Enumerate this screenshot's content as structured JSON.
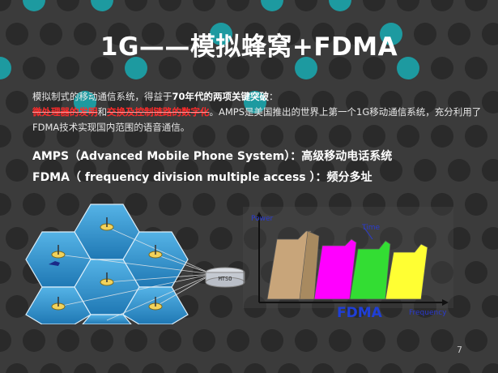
{
  "slide": {
    "title": "1G——模拟蜂窝+FDMA",
    "paragraph": {
      "p1": "模拟制式的移动通信系统，得益于",
      "p2_bold": "70年代的两项关键突破",
      "p3": "：",
      "p4_red": "微处理器的发明",
      "p5": "和",
      "p6_red": "交换及控制链路的数字化",
      "p7": "。AMPS是美国推出的世界上第一个1G移动通信系统，充分利用了FDMA技术实现国内范围的语音通信。"
    },
    "definitions": [
      "AMPS（Advanced Mobile Phone System）：高级移动电话系统",
      "FDMA（ frequency division multiple access ）：频分多址"
    ],
    "diagram": {
      "switch_label": "MTSO",
      "fdma_label": "FDMA",
      "axis_y": "Power",
      "axis_x": "Frequency",
      "axis_t": "Time"
    },
    "page_number": "7"
  },
  "colors": {
    "background": "#3b3b3b",
    "dot": "#2a2a2a",
    "teal_dot": "#1d9aa0",
    "hex_fill": "#2e8cc8",
    "fdma_blue": "#1f3fd8",
    "bands": [
      "#c8a57a",
      "#ff00ff",
      "#33dd33",
      "#ffff33"
    ]
  }
}
